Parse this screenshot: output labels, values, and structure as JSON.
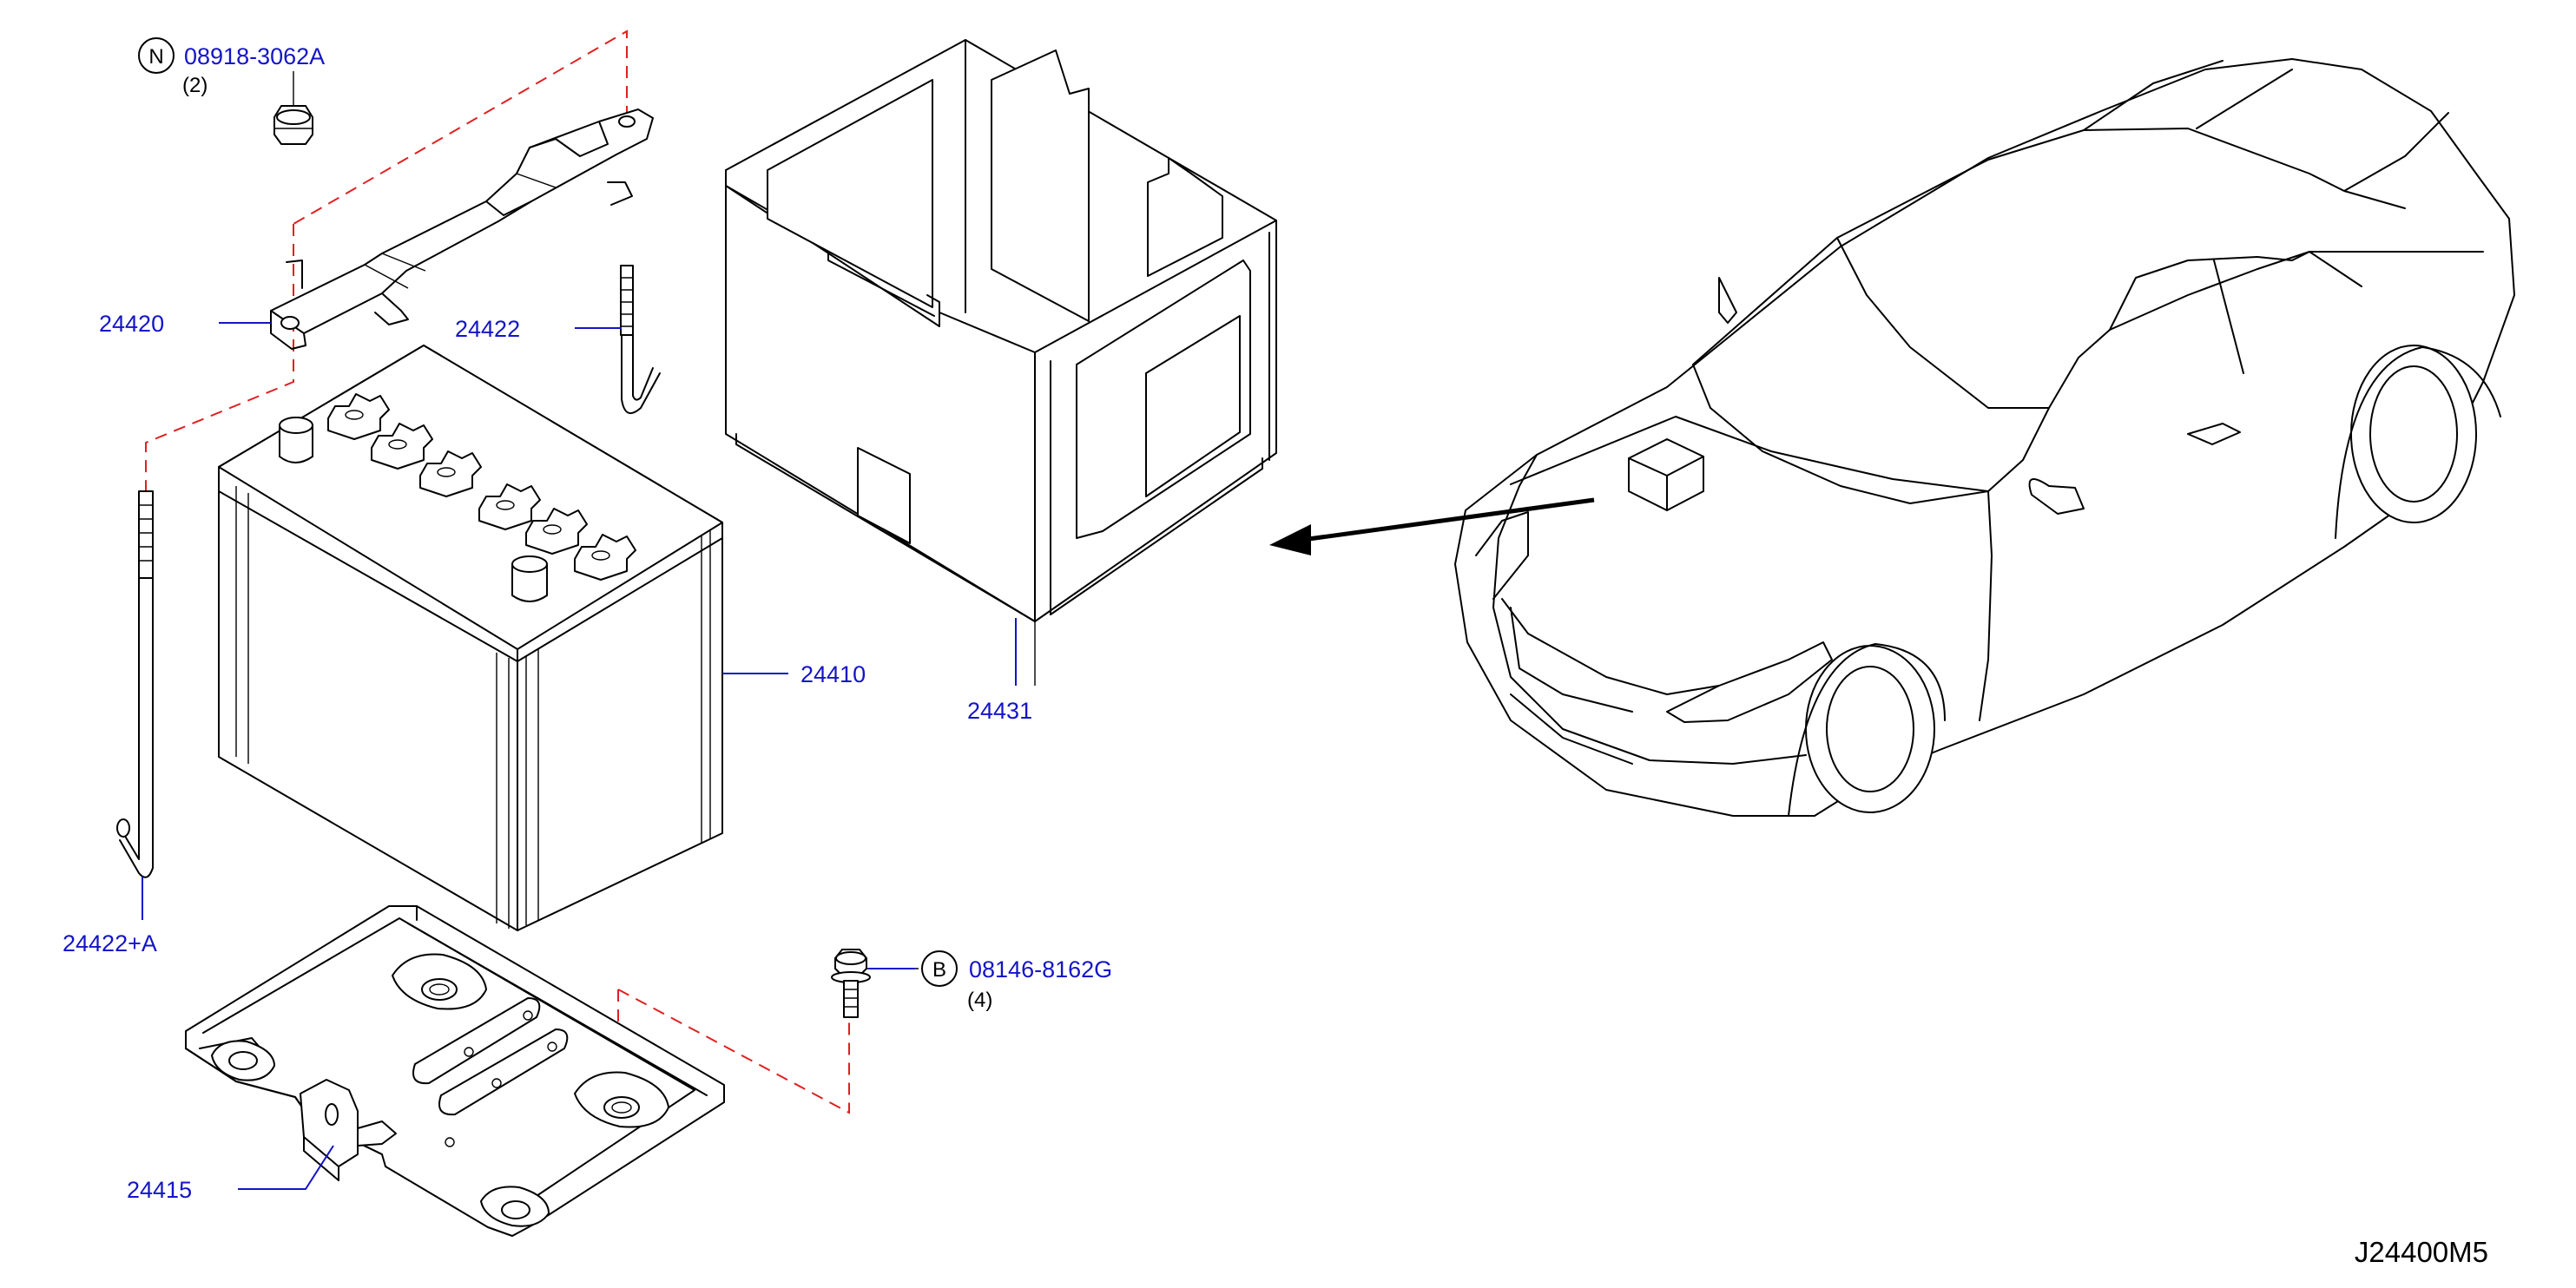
{
  "diagram": {
    "drawing_code": "J24400M5",
    "parts": {
      "p24420": "24420",
      "p24422": "24422",
      "p24410": "24410",
      "p24431": "24431",
      "p24422a": "24422+A",
      "p24415": "24415"
    },
    "fasteners": {
      "nut": {
        "marker": "N",
        "part_number": "08918-3062A",
        "qty": "(2)"
      },
      "bolt": {
        "marker": "B",
        "part_number": "08146-8162G",
        "qty": "(4)"
      }
    },
    "colors": {
      "label": "#1414c8",
      "dashed_guide": "#e02020",
      "line": "#000000"
    }
  }
}
